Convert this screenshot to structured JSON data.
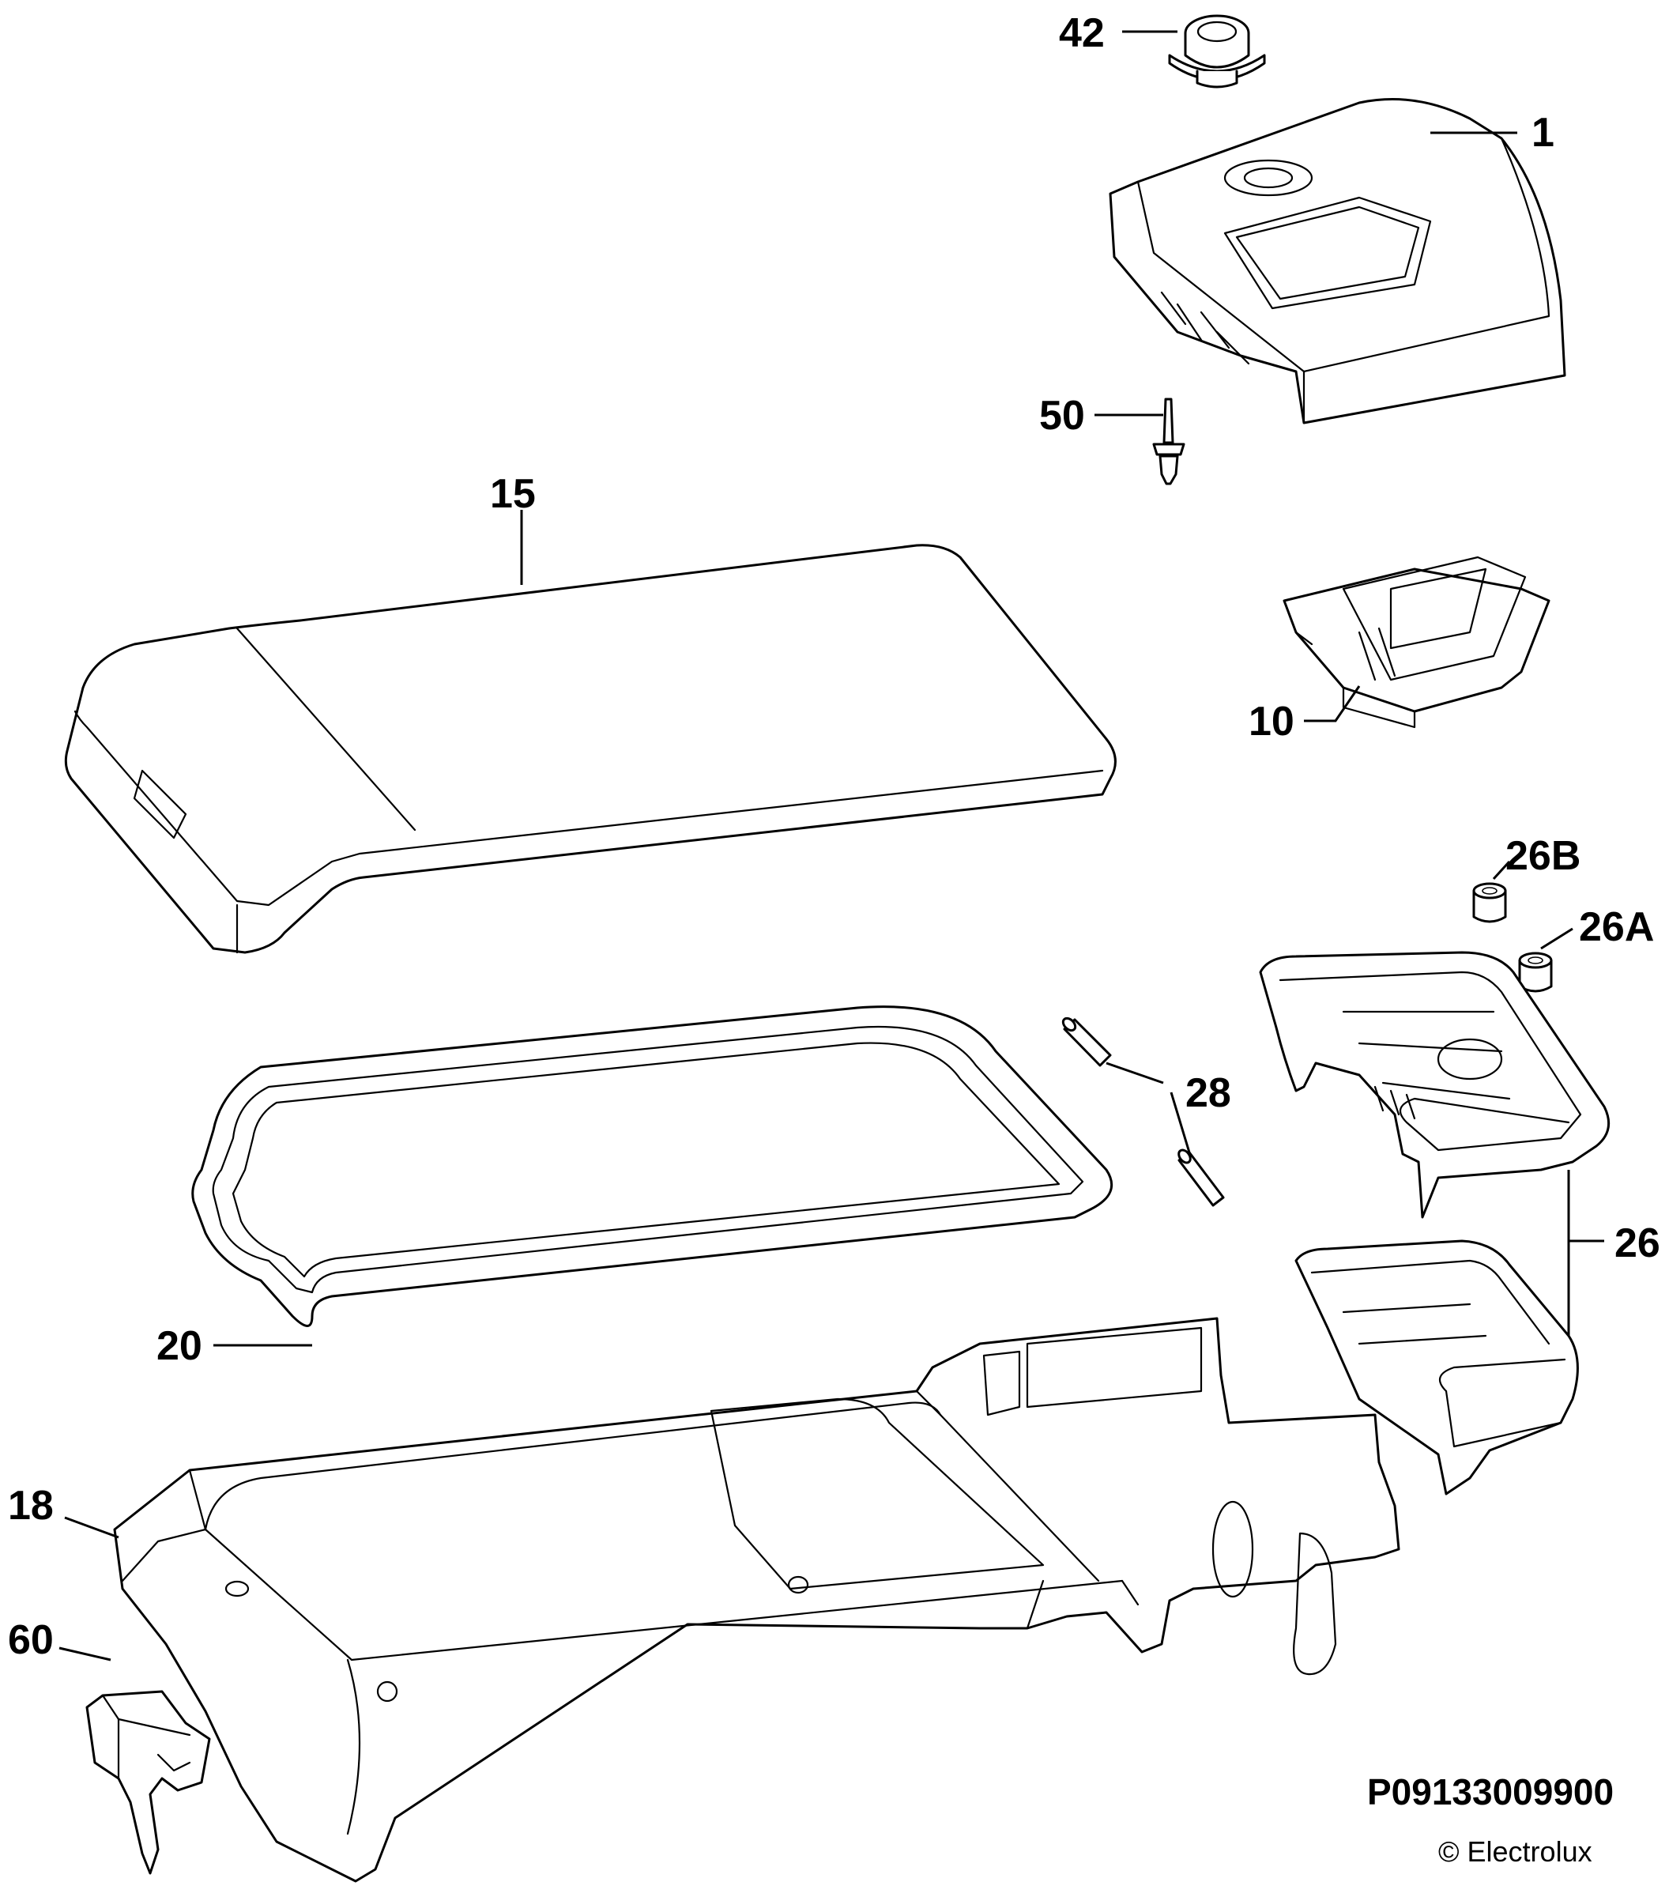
{
  "callouts": {
    "c42": "42",
    "c1": "1",
    "c50": "50",
    "c15": "15",
    "c10": "10",
    "c26B": "26B",
    "c26A": "26A",
    "c28": "28",
    "c26": "26",
    "c20": "20",
    "c18": "18",
    "c60": "60"
  },
  "footer": {
    "drawing_code": "P09133009900",
    "copyright": "© Electrolux"
  }
}
